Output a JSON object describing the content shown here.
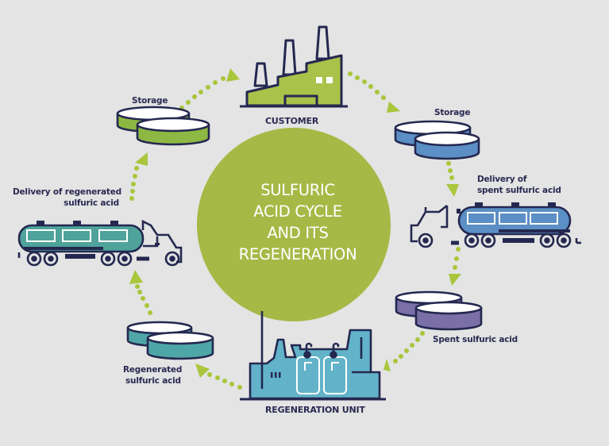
{
  "title": {
    "lines": [
      "SULFURIC",
      "ACID CYCLE",
      "AND ITS",
      "REGENERATION"
    ]
  },
  "nodes": {
    "customer": {
      "label": "CUSTOMER",
      "icon": "factory-icon",
      "color": "#a9c24a"
    },
    "storage_green": {
      "label": "Storage",
      "icon": "storage-tank-icon",
      "color": "#8db843"
    },
    "storage_blue": {
      "label": "Storage",
      "icon": "storage-tank-icon",
      "color": "#5b8fc5"
    },
    "delivery_spent": {
      "label_lines": [
        "Delivery of",
        "spent sulfuric acid"
      ],
      "icon": "tanker-truck-icon",
      "color": "#5b8fc5"
    },
    "spent_acid": {
      "label": "Spent sulfuric acid",
      "icon": "storage-tank-icon",
      "color": "#7b6fa8"
    },
    "regeneration_unit": {
      "label": "REGENERATION UNIT",
      "icon": "plant-icon",
      "color": "#62b3c9"
    },
    "regenerated_acid": {
      "label_lines": [
        "Regenerated",
        "sulfuric acid"
      ],
      "icon": "storage-tank-icon",
      "color": "#4fa6a7"
    },
    "delivery_regenerated": {
      "label_lines": [
        "Delivery of regenerated",
        "sulfuric acid"
      ],
      "icon": "tanker-truck-icon",
      "color": "#4fa39a"
    }
  },
  "colors": {
    "background": "#e3e4e3",
    "center_circle": "#a6b946",
    "outline": "#242850",
    "arrow": "#a9c63c",
    "text": "#2a2952"
  },
  "flow": [
    "Storage",
    "CUSTOMER",
    "Storage",
    "Delivery of spent sulfuric acid",
    "Spent sulfuric acid",
    "REGENERATION UNIT",
    "Regenerated sulfuric acid",
    "Delivery of regenerated sulfuric acid"
  ]
}
